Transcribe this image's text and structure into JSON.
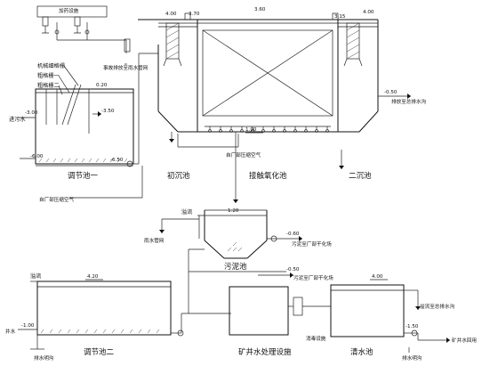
{
  "title": "",
  "tanks": {
    "regulating_tank_1": "调节池一",
    "primary_settling_tank": "初沉池",
    "contact_oxidation_tank": "接触氧化池",
    "secondary_settling_tank": "二沉池",
    "sludge_tank": "污泥池",
    "regulating_tank_2": "调节池二",
    "mine_water_facility": "矿井水处理设施",
    "clear_water_tank": "清水池"
  },
  "labels": {
    "dosing_device": "加药设施",
    "coarse_screen": "机械细格栅",
    "screen_1": "粗格栅一",
    "screen_2": "粗格栅二",
    "inflow": "进污水",
    "emergency_drain": "事故排放至雨水管网",
    "compressed_air_1": "自厂部压缩空气",
    "compressed_air_2": "自厂部压缩空气",
    "drain_to_total": "排放至总排水沟",
    "overflow_1": "溢流",
    "rain_network": "雨水管网",
    "sludge_to_dewater_1": "污泥至厂部干化场",
    "sludge_to_dewater_2": "污泥至厂部干化场",
    "overflow_2": "溢流",
    "mine_water_in": "井水",
    "drain_ditch_1": "排水明沟",
    "disinfection": "消毒设施",
    "overflow_to_total": "溢流至总排水沟",
    "to_mine_reuse": "矿井水回用",
    "drain_ditch_2": "排水明沟"
  },
  "elevations": {
    "e_4_00_a": "4.00",
    "e_3_70": "3.70",
    "e_3_60": "3.60",
    "e_3_15": "3.15",
    "e_4_00_b": "4.00",
    "e_0_20": "0.20",
    "e_m3_00": "-3.00",
    "e_m3_50": "-3.50",
    "e_m6_00": "-6.00",
    "e_m6_50": "-6.50",
    "e_1_00": "1.00",
    "e_m0_50": "-0.50",
    "e_1_20": "1.20",
    "e_m0_60": "-0.60",
    "e_m0_50_b": "-0.50",
    "e_4_20": "4.20",
    "e_m1_00": "-1.00",
    "e_4_00_c": "4.00",
    "e_m1_50": "-1.50"
  }
}
